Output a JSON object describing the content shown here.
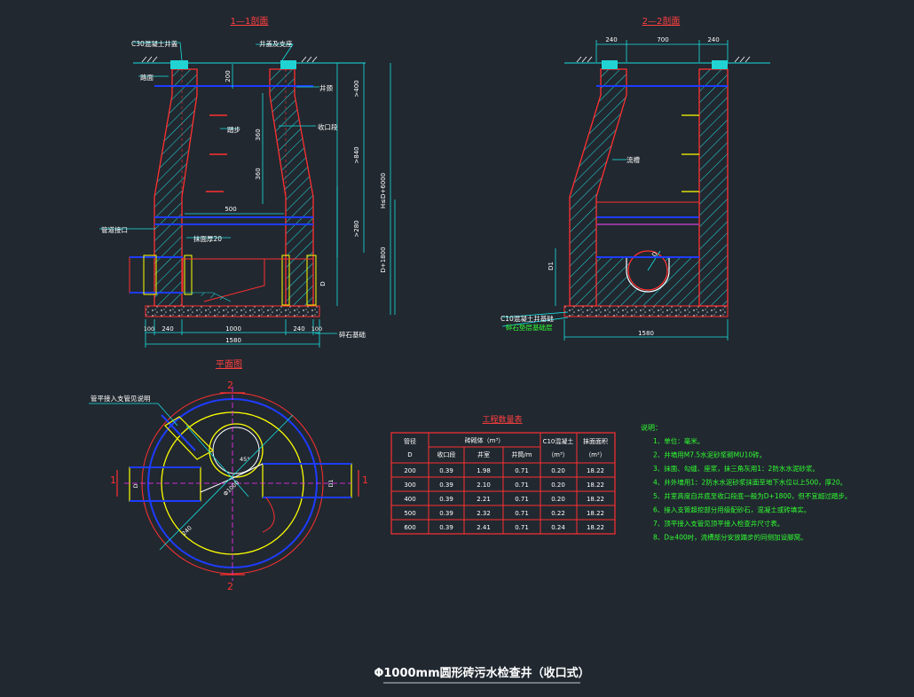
{
  "drawing": {
    "title": "Φ1000mm圆形砖污水检查井（收口式）",
    "background": "#212830"
  },
  "colors": {
    "wall": "#ff3030",
    "hatch": "#22d3d3",
    "dim": "#18e0e0",
    "annotation_text": "#ffffff",
    "pipe": "#1e3cff",
    "step": "#ffff00",
    "green_text": "#30ff30",
    "title_red": "#ff4040",
    "magenta": "#ff30ff"
  },
  "section_1_1": {
    "title": "1—1剖面",
    "labels": {
      "cover": "C30混凝土井盖",
      "frame": "井盖及支座",
      "ground": "路面",
      "neck": "井颈",
      "step": "踏步",
      "ring": "收口段",
      "inlet": "管道接口",
      "mortar": "抹面厚20",
      "base": "碎石基础"
    },
    "dims": {
      "d200": "200",
      "d360a": "360",
      "d360b": "360",
      "d500": "500",
      "d400": ">400",
      "d840": ">840",
      "d280": ">280",
      "hmax": "H≤D+6000",
      "hd": "D+1800",
      "d": "D",
      "w240a": "240",
      "w1000": "1000",
      "w240b": "240",
      "w1580": "1580",
      "w100a": "100",
      "w100b": "100"
    }
  },
  "section_2_2": {
    "title": "2—2剖面",
    "labels": {
      "trough": "流槽",
      "base1": "C10混凝土井基础",
      "base2": "碎石垫层基础层"
    },
    "dims": {
      "w240a": "240",
      "w700": "700",
      "w240b": "240",
      "d1": "D1",
      "w1580": "1580"
    }
  },
  "plan": {
    "title": "平面图",
    "labels": {
      "note": "管平接入支管见说明",
      "mark2_top": "2",
      "mark2_bottom": "2",
      "mark1_left": "1",
      "mark1_right": "1",
      "dim_d": "D",
      "dim_d2": "D1",
      "dim_phi": "Φ1000",
      "dim_240": "240",
      "dim_angle": "45°"
    }
  },
  "table": {
    "title": "工程数量表",
    "headers": {
      "pipe": "管径",
      "pipe_sub": "D",
      "brick": "砖砌体（m³）",
      "c10": "C10混凝土",
      "c10_sub": "（m³）",
      "plaster": "抹面面积",
      "plaster_sub": "（m²）",
      "sub": [
        "收口段",
        "井室",
        "井筒/m"
      ]
    },
    "rows": [
      [
        "200",
        "0.39",
        "1.98",
        "0.71",
        "0.20",
        "18.22"
      ],
      [
        "300",
        "0.39",
        "2.10",
        "0.71",
        "0.20",
        "18.22"
      ],
      [
        "400",
        "0.39",
        "2.21",
        "0.71",
        "0.20",
        "18.22"
      ],
      [
        "500",
        "0.39",
        "2.32",
        "0.71",
        "0.22",
        "18.22"
      ],
      [
        "600",
        "0.39",
        "2.41",
        "0.71",
        "0.24",
        "18.22"
      ]
    ]
  },
  "notes": {
    "heading": "说明：",
    "items": [
      "1、单位：毫米。",
      "2、井墙用M7.5水泥砂浆砌MU10砖。",
      "3、抹面、勾缝、座浆，抹三角灰用1：2防水水泥砂浆。",
      "4、井外墙用1：2防水水泥砂浆抹面至地下水位以上500，厚20。",
      "5、井室高度自井底至收口段底一般为D+1800，但不宜超过踏步。",
      "6、接入支管超挖部分用级配砂石，混凝土或砖填实。",
      "7、顶平接入支管见顶平接入检查井尺寸表。",
      "8、D≥400时，流槽部分安放踏步的同侧加设脚窝。"
    ]
  }
}
